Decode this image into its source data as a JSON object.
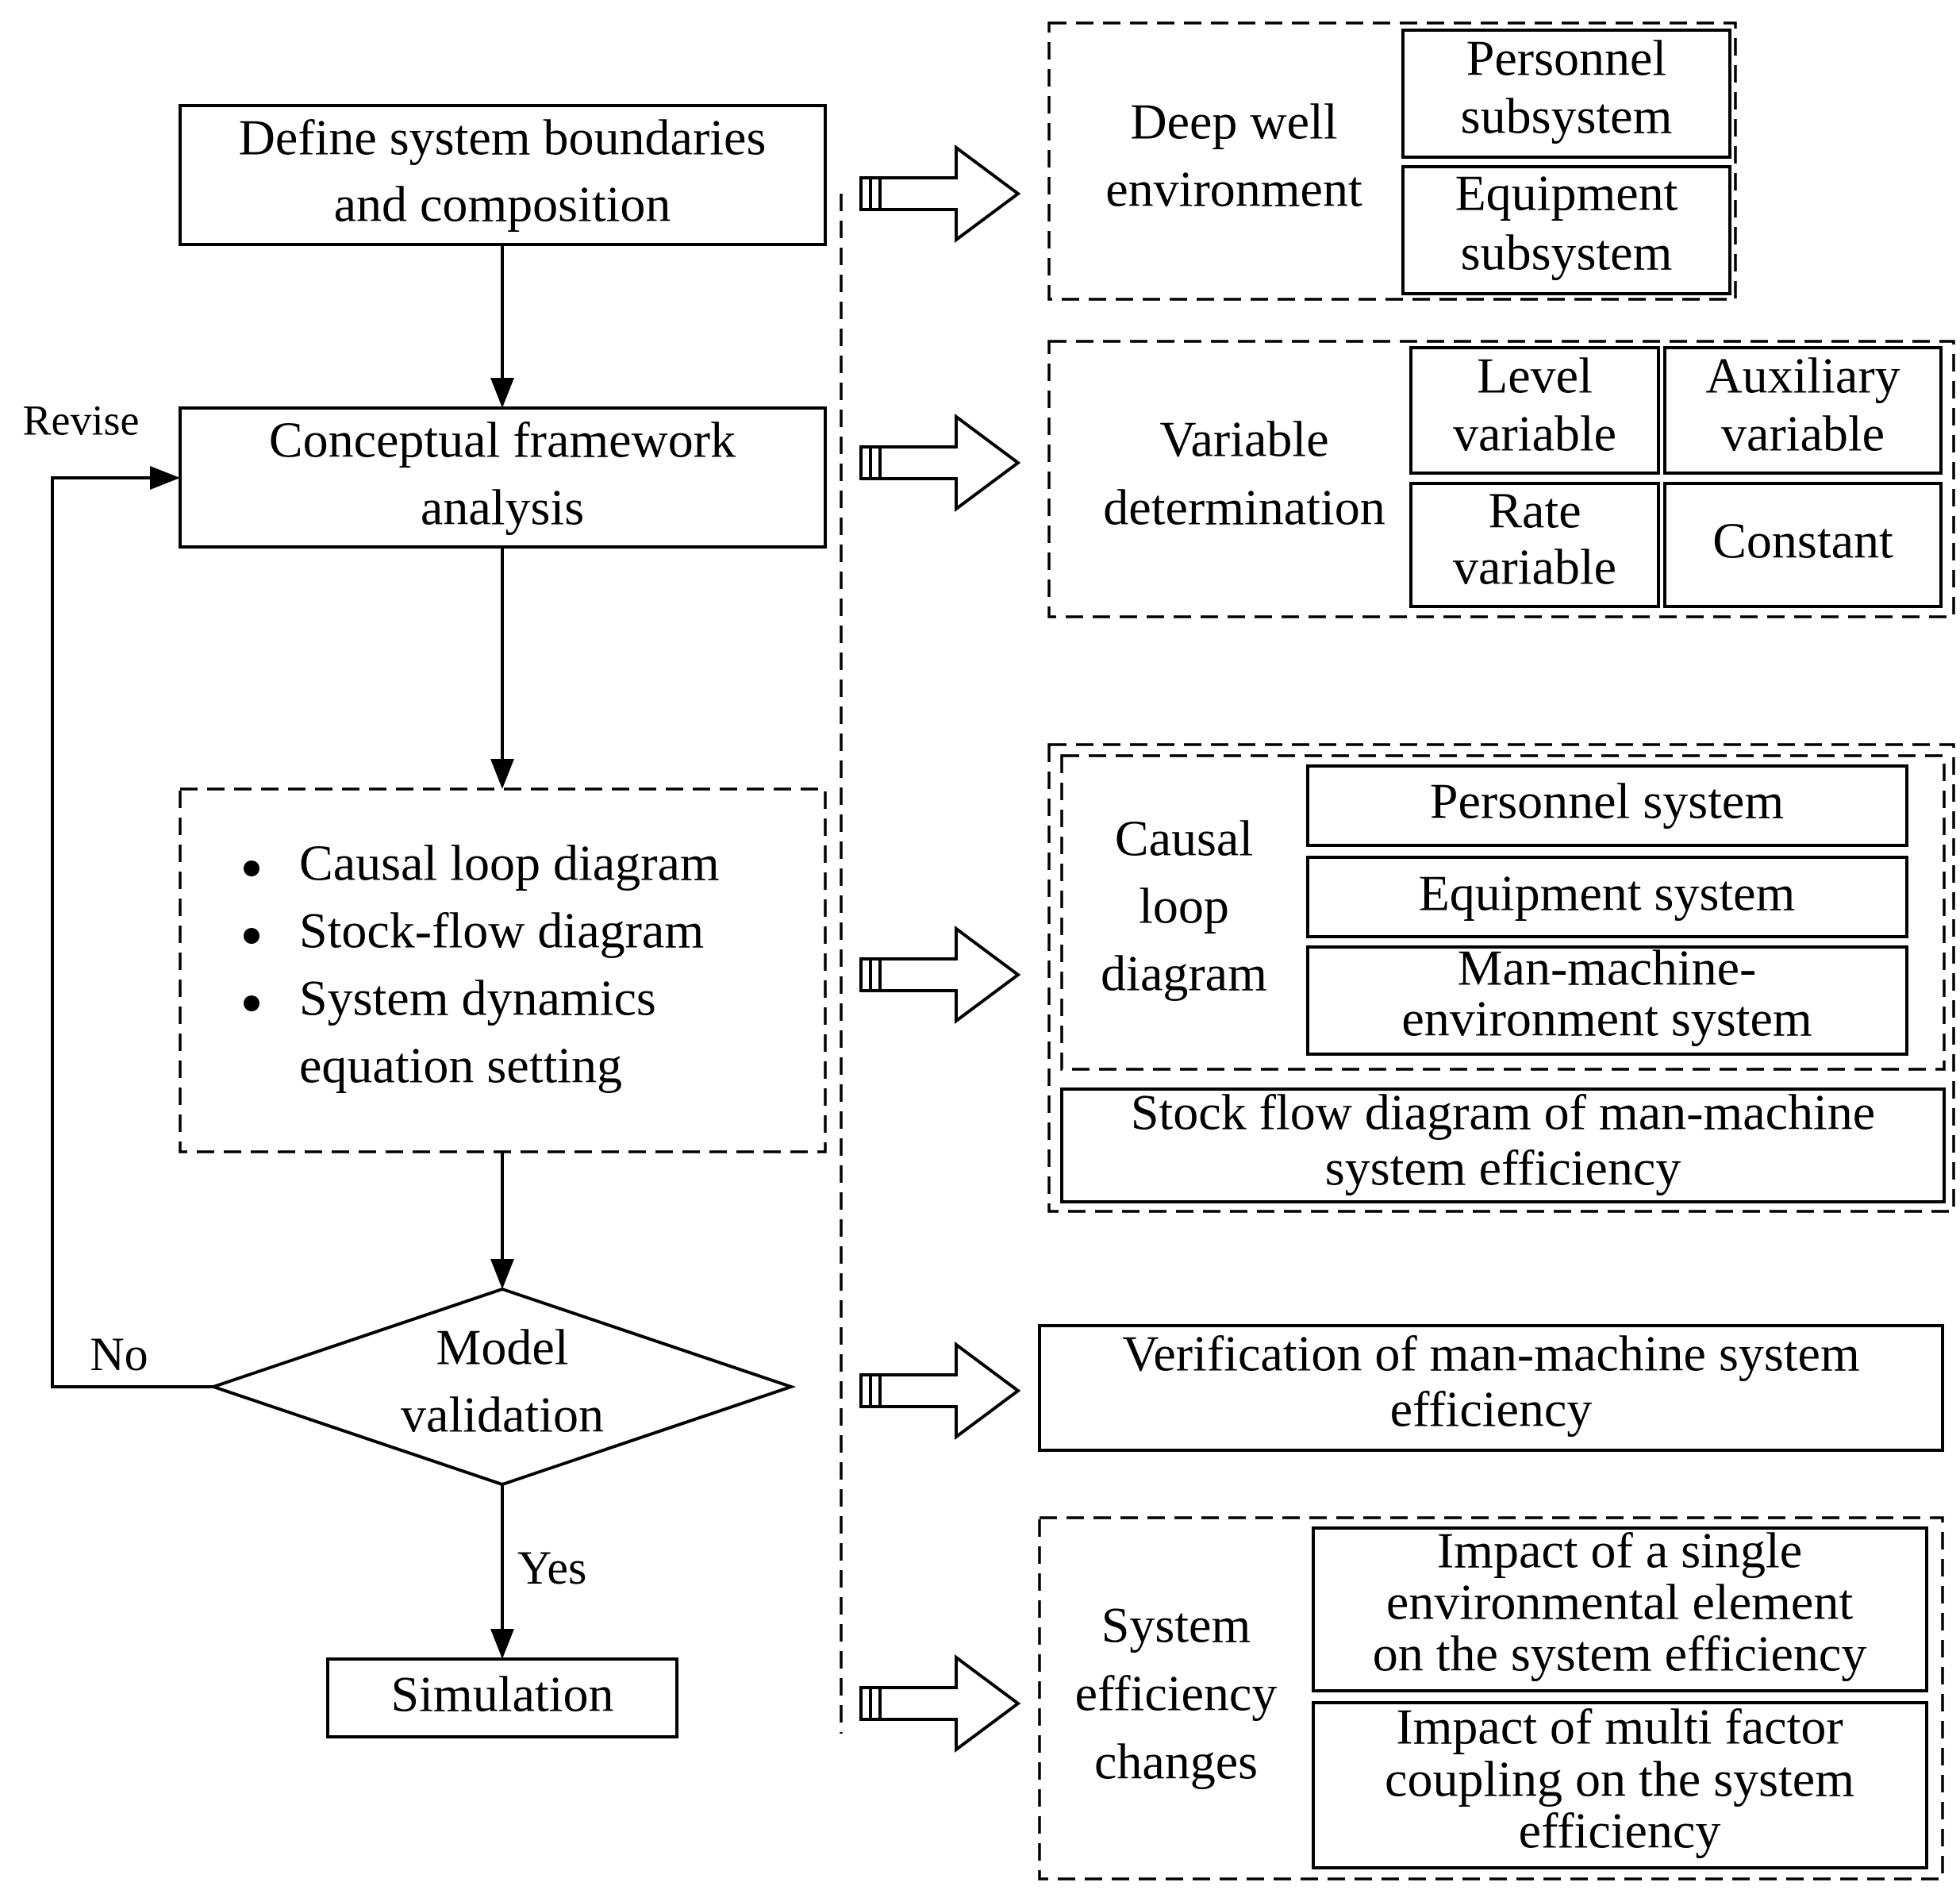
{
  "flow": {
    "define": {
      "line1": "Define system boundaries",
      "line2": "and composition"
    },
    "conceptual": {
      "line1": "Conceptual framework",
      "line2": "analysis"
    },
    "methods": {
      "item1": "Causal loop diagram",
      "item2": "Stock-flow diagram",
      "item3": "System dynamics",
      "item3b": "equation setting"
    },
    "validation": {
      "line1": "Model",
      "line2": "validation"
    },
    "simulation": "Simulation",
    "revise_label": "Revise",
    "no_label": "No",
    "yes_label": "Yes"
  },
  "panels": {
    "environment": {
      "title1": "Deep well",
      "title2": "environment",
      "personnel1": "Personnel",
      "personnel2": "subsystem",
      "equipment1": "Equipment",
      "equipment2": "subsystem"
    },
    "variables": {
      "title1": "Variable",
      "title2": "determination",
      "level1": "Level",
      "level2": "variable",
      "aux1": "Auxiliary",
      "aux2": "variable",
      "rate1": "Rate",
      "rate2": "variable",
      "constant": "Constant"
    },
    "causal": {
      "title1": "Causal",
      "title2": "loop",
      "title3": "diagram",
      "personnel_system": "Personnel system",
      "equipment_system": "Equipment system",
      "mme1": "Man-machine-",
      "mme2": "environment system",
      "stock1": "Stock flow diagram of man-machine",
      "stock2": "system efficiency"
    },
    "verification": {
      "line1": "Verification of man-machine system",
      "line2": "efficiency"
    },
    "efficiency": {
      "title1": "System",
      "title2": "efficiency",
      "title3": "changes",
      "single1": "Impact of a single",
      "single2": "environmental element",
      "single3": "on the system efficiency",
      "multi1": "Impact of multi factor",
      "multi2": "coupling on the system",
      "multi3": "efficiency"
    }
  }
}
